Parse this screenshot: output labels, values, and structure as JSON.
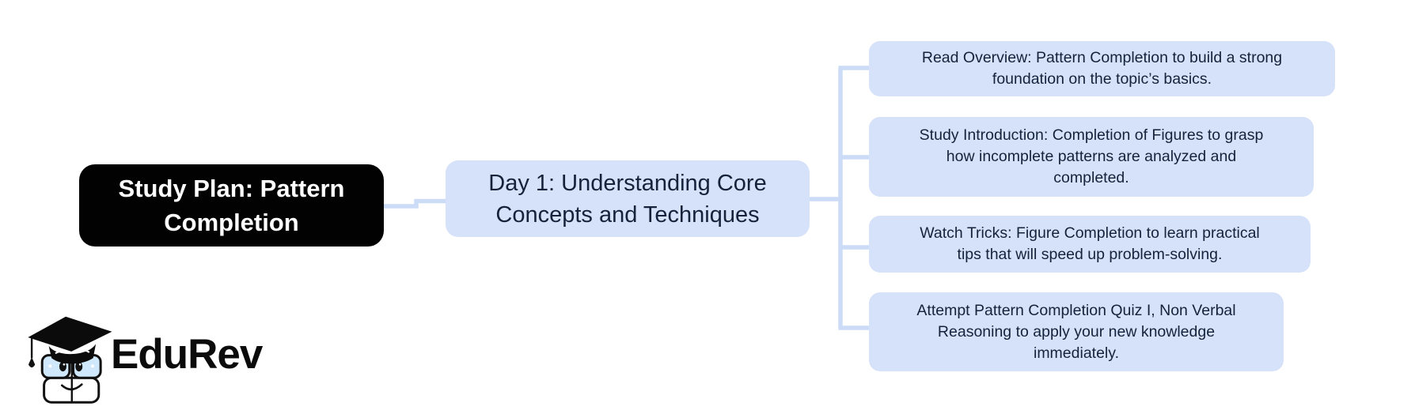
{
  "diagram": {
    "type": "mindmap",
    "root": {
      "lines": [
        "Study Plan: Pattern",
        "Completion"
      ]
    },
    "day1": {
      "lines": [
        "Day 1: Understanding Core",
        "Concepts and Techniques"
      ]
    },
    "leaves": [
      {
        "lines": [
          "Read Overview: Pattern Completion to build a strong",
          "foundation on the topic’s basics."
        ]
      },
      {
        "lines": [
          "Study Introduction: Completion of Figures to grasp",
          "how incomplete patterns are analyzed and",
          "completed."
        ]
      },
      {
        "lines": [
          "Watch Tricks: Figure Completion to learn practical",
          "tips that will speed up problem-solving."
        ]
      },
      {
        "lines": [
          "Attempt Pattern Completion Quiz I, Non Verbal",
          "Reasoning to apply your new knowledge",
          "immediately."
        ]
      }
    ]
  },
  "logo": {
    "wordmark": "EduRev"
  },
  "colors": {
    "background": "#ffffff",
    "root_fill": "#020202",
    "root_text": "#ffffff",
    "node_fill": "#d5e2fa",
    "node_text": "#15223c",
    "connector": "#ccdcf7",
    "logo_lens": "#cfe8fb",
    "logo_ink": "#0b0b0b"
  }
}
